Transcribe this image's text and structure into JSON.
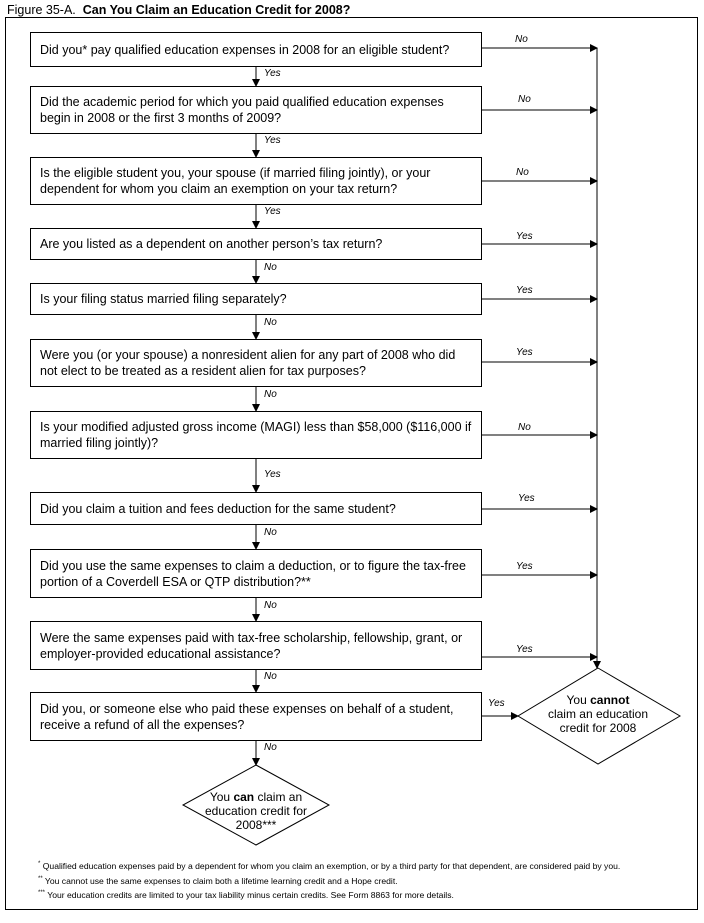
{
  "figure": {
    "number": "Figure 35-A.",
    "title": "Can You Claim an Education Credit for 2008?"
  },
  "questions": [
    {
      "text": "Did you* pay qualified education expenses in 2008 for an eligible student?",
      "yes_label": "Yes",
      "side_label": "No"
    },
    {
      "text": "Did the academic period for which you paid qualified education expenses begin in 2008 or the first 3 months of 2009?",
      "yes_label": "Yes",
      "side_label": "No"
    },
    {
      "text": "Is the eligible student you, your spouse (if married filing jointly), or your dependent for whom you claim an exemption on your tax return?",
      "yes_label": "Yes",
      "side_label": "No"
    },
    {
      "text": "Are you listed as a dependent on another person’s tax return?",
      "down_label": "No",
      "side_label": "Yes"
    },
    {
      "text": "Is your filing status married filing separately?",
      "down_label": "No",
      "side_label": "Yes"
    },
    {
      "text": "Were you (or your spouse) a nonresident alien for any part of 2008 who did not elect to be treated as a resident alien for tax purposes?",
      "down_label": "No",
      "side_label": "Yes"
    },
    {
      "text": "Is your modified adjusted gross income (MAGI) less than $58,000 ($116,000 if married filing jointly)?",
      "down_label": "Yes",
      "side_label": "No"
    },
    {
      "text": "Did you claim a tuition and fees deduction for the same student?",
      "down_label": "No",
      "side_label": "Yes"
    },
    {
      "text": "Did you use the same expenses to claim a deduction, or to figure the tax-free portion of a Coverdell ESA or QTP distribution?**",
      "down_label": "No",
      "side_label": "Yes"
    },
    {
      "text": "Were the same expenses paid with tax-free scholarship, fellowship, grant, or employer-provided educational assistance?",
      "down_label": "No",
      "side_label": "Yes"
    },
    {
      "text": "Did you, or someone else who paid these expenses on behalf of a student, receive a refund of all the expenses?",
      "down_label": "No",
      "side_label": "Yes"
    }
  ],
  "outcomes": {
    "cannot": {
      "pre": "You ",
      "strong": "cannot",
      "post": "claim an education credit for 2008"
    },
    "can": {
      "pre": "You ",
      "strong": "can",
      "post": " claim an education credit for 2008***"
    }
  },
  "footnotes": [
    {
      "mark": "*",
      "text": " Qualified education expenses paid by a dependent for whom you claim an exemption, or by a third party for that dependent, are considered paid by you."
    },
    {
      "mark": "**",
      "text": " You cannot use the same expenses to claim both a lifetime learning credit and a Hope credit."
    },
    {
      "mark": "***",
      "text": " Your education credits are limited to your tax liability minus certain credits. See Form 8863 for more details."
    }
  ]
}
